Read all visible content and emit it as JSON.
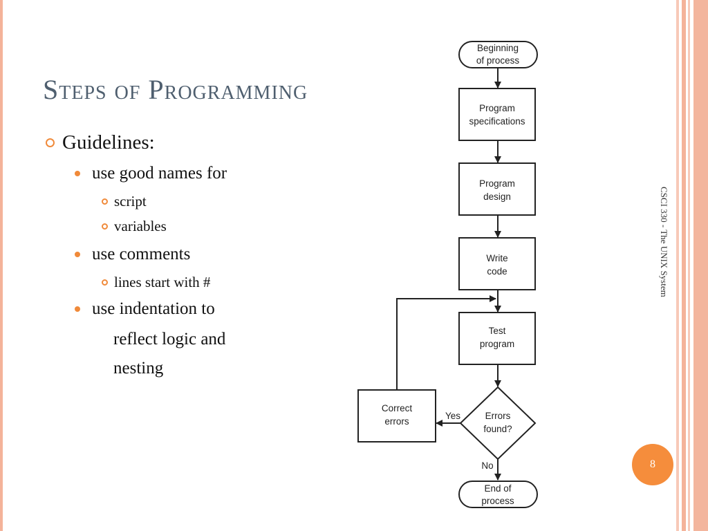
{
  "slide": {
    "title": "Steps of Programming",
    "side_label": "CSCI 330 - The UNIX System",
    "page_number": "8"
  },
  "bullets": {
    "l1": "Guidelines:",
    "names": "use good names for",
    "script": "script",
    "variables": "variables",
    "comments": "use comments",
    "lines": "lines start with #",
    "indent_1": "use indentation to",
    "indent_2": "reflect logic and",
    "indent_3": "nesting"
  },
  "flowchart": {
    "begin_1": "Beginning",
    "begin_2": "of process",
    "spec_1": "Program",
    "spec_2": "specifications",
    "design_1": "Program",
    "design_2": "design",
    "write_1": "Write",
    "write_2": "code",
    "test_1": "Test",
    "test_2": "program",
    "errors_1": "Errors",
    "errors_2": "found?",
    "correct_1": "Correct",
    "correct_2": "errors",
    "yes": "Yes",
    "no": "No",
    "end_1": "End of",
    "end_2": "process"
  },
  "colors": {
    "accent": "#f08a3a",
    "title": "#4f5f6f",
    "stripe": "#f3b59d"
  }
}
